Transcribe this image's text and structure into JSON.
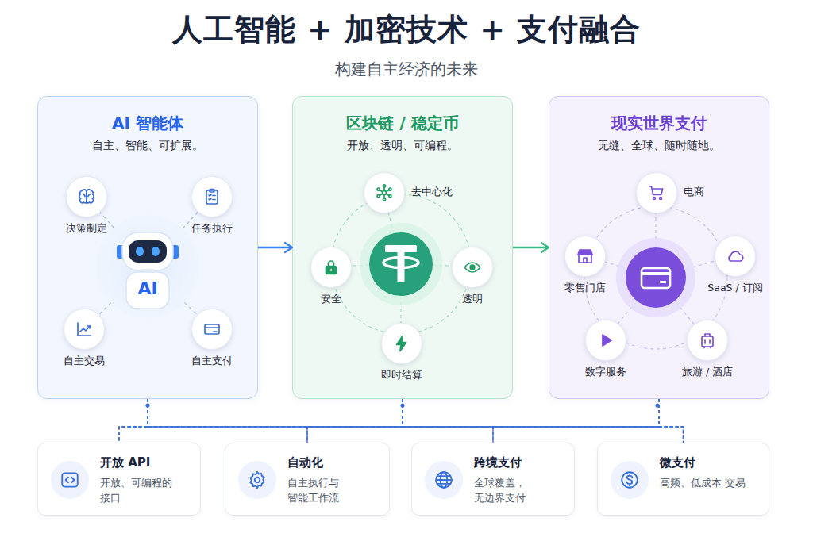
{
  "diagram": {
    "title": "人工智能 + 加密技术 + 支付融合",
    "nodes": [
      {
        "text": [
          "AI 智能体",
          "自主、智能、可扩展。"
        ]
      },
      {
        "text": [
          "决策制定"
        ],
        "in": 0
      },
      {
        "text": [
          "任务执行"
        ],
        "in": 0
      },
      {
        "text": [
          "AI"
        ],
        "in": 0
      },
      {
        "text": [
          "自主交易"
        ],
        "in": 0
      },
      {
        "text": [
          "自主支付"
        ],
        "in": 0
      },
      {
        "text": [
          "区块链 / 稳定币",
          "开放、透明、可编程。"
        ]
      },
      {
        "text": [
          "去中心化"
        ],
        "in": 6
      },
      {
        "text": [
          "安全"
        ],
        "in": 6
      },
      {
        "text": [
          "透明"
        ],
        "in": 6
      },
      {
        "text": [
          "即时结算"
        ],
        "in": 6
      },
      {
        "text": [
          "现实世界支付",
          "无缝、全球、随时随地。"
        ]
      },
      {
        "text": [
          "电商"
        ],
        "in": 11
      },
      {
        "text": [
          "零售门店"
        ],
        "in": 11
      },
      {
        "text": [
          "SaaS / 订阅"
        ],
        "in": 11
      },
      {
        "text": [
          "数字服务"
        ],
        "in": 11
      },
      {
        "text": [
          "旅游 / 酒店"
        ],
        "in": 11
      },
      {
        "text": [
          "开放 API",
          "开放、可编程的 接口"
        ]
      },
      {
        "text": [
          "自动化",
          "自主执行与 智能工作流"
        ]
      },
      {
        "text": [
          "跨境支付",
          "全球覆盖， 无边界支付"
        ]
      },
      {
        "text": [
          "微支付",
          "高频、低成本 交易"
        ]
      }
    ],
    "edges": [
      {
        "from": 0,
        "to": 6,
        "arrow": "to"
      },
      {
        "from": 6,
        "to": 11,
        "arrow": "to"
      },
      {
        "from": 3,
        "to": 1,
        "arrow": "none"
      },
      {
        "from": 3,
        "to": 2,
        "arrow": "none"
      },
      {
        "from": 3,
        "to": 4,
        "arrow": "none"
      },
      {
        "from": 3,
        "to": 5,
        "arrow": "none"
      },
      {
        "from": 0,
        "to": 17,
        "arrow": "none"
      },
      {
        "from": 0,
        "to": 18,
        "arrow": "none"
      },
      {
        "from": 0,
        "to": 19,
        "arrow": "none"
      },
      {
        "from": 0,
        "to": 20,
        "arrow": "none"
      },
      {
        "from": 6,
        "to": 17,
        "arrow": "none"
      },
      {
        "from": 6,
        "to": 18,
        "arrow": "none"
      },
      {
        "from": 6,
        "to": 19,
        "arrow": "none"
      },
      {
        "from": 6,
        "to": 20,
        "arrow": "none"
      },
      {
        "from": 11,
        "to": 17,
        "arrow": "none"
      },
      {
        "from": 11,
        "to": 18,
        "arrow": "none"
      },
      {
        "from": 11,
        "to": 19,
        "arrow": "none"
      },
      {
        "from": 11,
        "to": 20,
        "arrow": "none"
      }
    ],
    "labels": [
      "构建自主经济的未来"
    ]
  }
}
